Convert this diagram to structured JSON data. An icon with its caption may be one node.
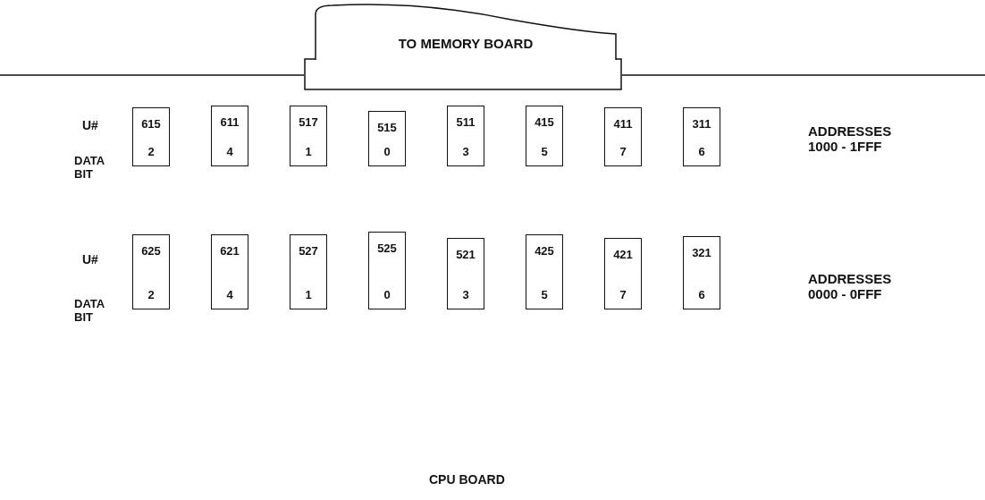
{
  "diagram": {
    "nodes": [
      {
        "text": [
          "TO MEMORY BOARD"
        ]
      },
      {
        "text": [
          "615",
          "2"
        ]
      },
      {
        "text": [
          "611",
          "4"
        ]
      },
      {
        "text": [
          "517",
          "1"
        ]
      },
      {
        "text": [
          "515",
          "0"
        ]
      },
      {
        "text": [
          "511",
          "3"
        ]
      },
      {
        "text": [
          "415",
          "5"
        ]
      },
      {
        "text": [
          "411",
          "7"
        ]
      },
      {
        "text": [
          "311",
          "6"
        ]
      },
      {
        "text": [
          "625",
          "2"
        ]
      },
      {
        "text": [
          "621",
          "4"
        ]
      },
      {
        "text": [
          "527",
          "1"
        ]
      },
      {
        "text": [
          "525",
          "0"
        ]
      },
      {
        "text": [
          "521",
          "3"
        ]
      },
      {
        "text": [
          "425",
          "5"
        ]
      },
      {
        "text": [
          "421",
          "7"
        ]
      },
      {
        "text": [
          "321",
          "6"
        ]
      }
    ],
    "edges": [],
    "labels": [
      "U#",
      "DATA BIT",
      "ADDRESSES 1000 - 1FFF",
      "U#",
      "DATA BIT",
      "ADDRESSES 0000 - 0FFF",
      "CPU BOARD"
    ]
  }
}
